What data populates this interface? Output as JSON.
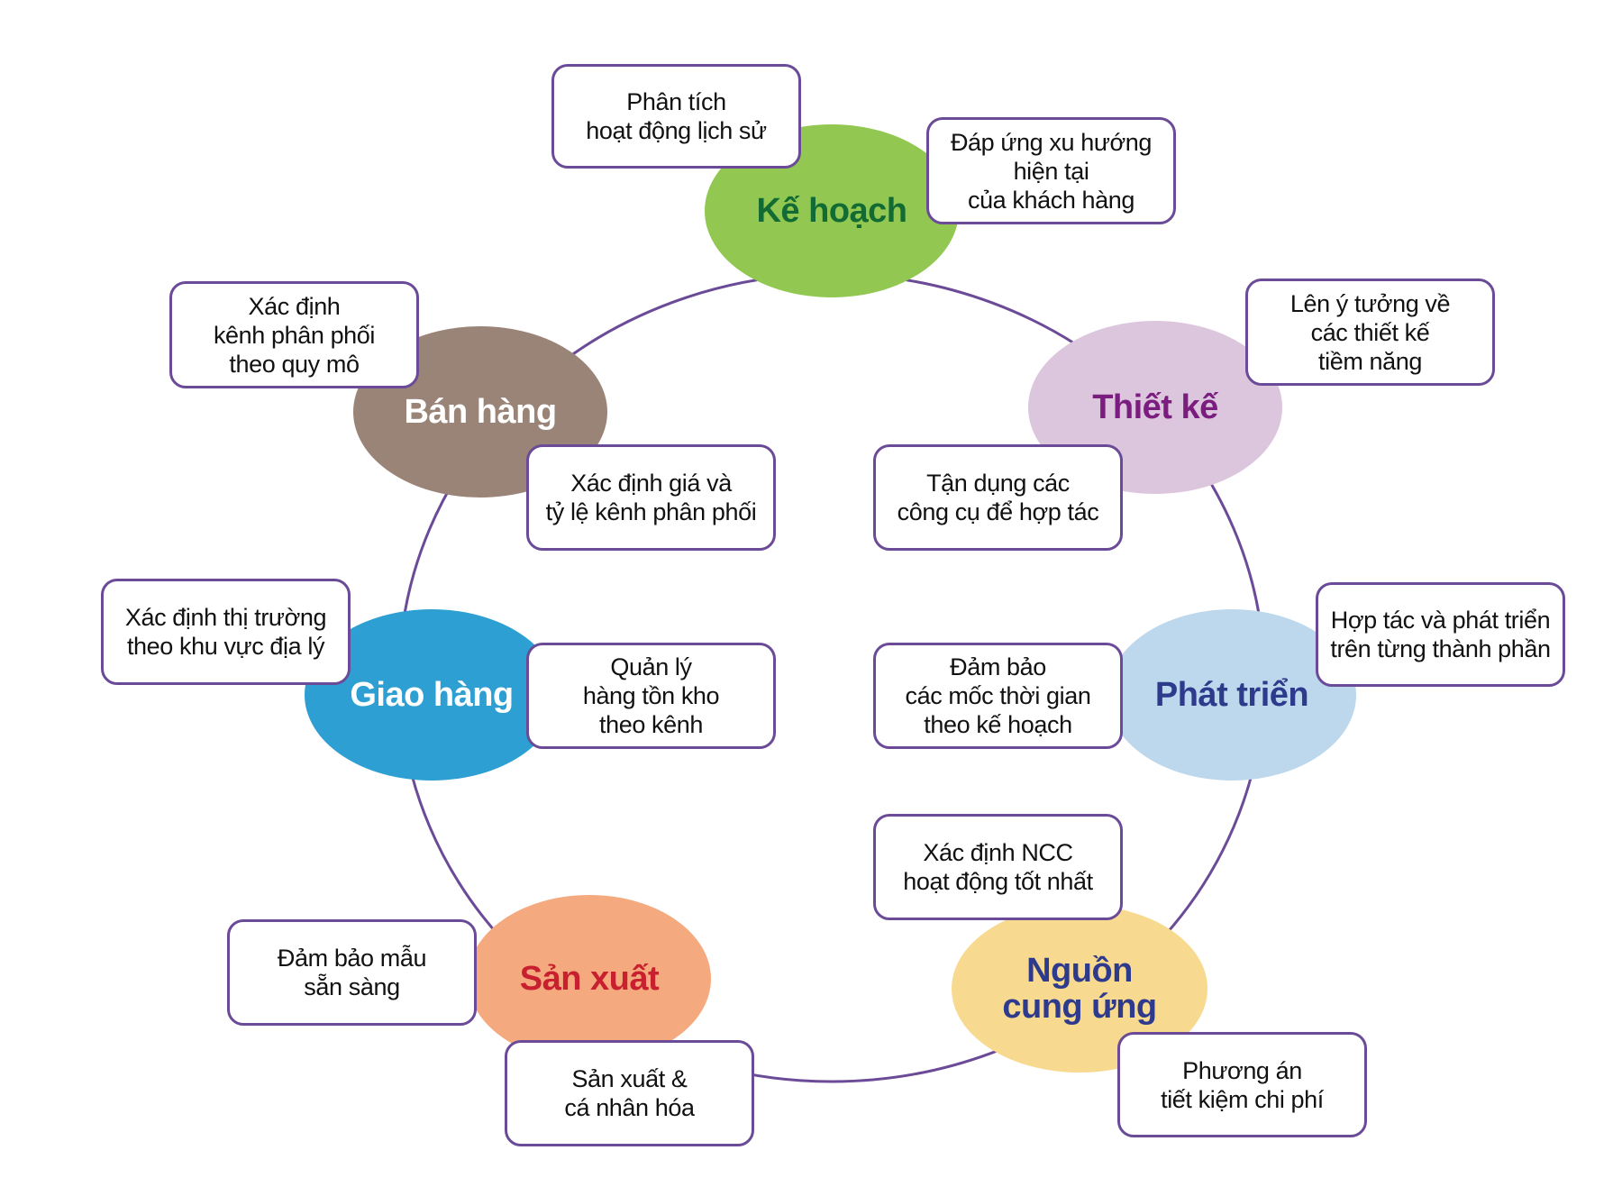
{
  "diagram": {
    "type": "cycle",
    "ring_color": "#6b4a97",
    "box_border_color": "#6b4a97",
    "stages": [
      {
        "id": "ke-hoach",
        "label": "Kế hoạch",
        "fill": "#92c852",
        "text_color": "#126b33",
        "tasks": [
          "Phân tích\nhoạt động lịch sử",
          "Đáp ứng xu hướng\nhiện tại\ncủa khách hàng"
        ]
      },
      {
        "id": "thiet-ke",
        "label": "Thiết kế",
        "fill": "#dcc6de",
        "text_color": "#7b1d7e",
        "tasks": [
          "Lên ý tưởng về\ncác thiết kế\ntiềm năng",
          "Tận dụng các\ncông cụ để hợp tác"
        ]
      },
      {
        "id": "phat-trien",
        "label": "Phát triển",
        "fill": "#bdd7ec",
        "text_color": "#2e3a8c",
        "tasks": [
          "Hợp tác và phát triển\ntrên từng thành phần",
          "Đảm bảo\ncác mốc thời gian\ntheo kế hoạch"
        ]
      },
      {
        "id": "nguon-cung-ung",
        "label": "Nguồn\ncung ứng",
        "fill": "#f8d990",
        "text_color": "#2e3a8c",
        "tasks": [
          "Xác định NCC\nhoạt động tốt nhất",
          "Phương án\ntiết kiệm chi phí"
        ]
      },
      {
        "id": "san-xuat",
        "label": "Sản xuất",
        "fill": "#f4a97e",
        "text_color": "#c8202f",
        "tasks": [
          "Sản xuất &\ncá nhân hóa",
          "Đảm bảo mẫu\nsẵn sàng"
        ]
      },
      {
        "id": "giao-hang",
        "label": "Giao hàng",
        "fill": "#2e9fd3",
        "text_color": "#ffffff",
        "tasks": [
          "Quản lý\nhàng tồn kho\ntheo kênh",
          "Xác định thị trường\ntheo khu vực địa lý"
        ]
      },
      {
        "id": "ban-hang",
        "label": "Bán hàng",
        "fill": "#9a8478",
        "text_color": "#ffffff",
        "tasks": [
          "Xác định giá và\ntỷ lệ kênh phân phối",
          "Xác định\nkênh phân phối\ntheo quy mô"
        ]
      }
    ]
  }
}
